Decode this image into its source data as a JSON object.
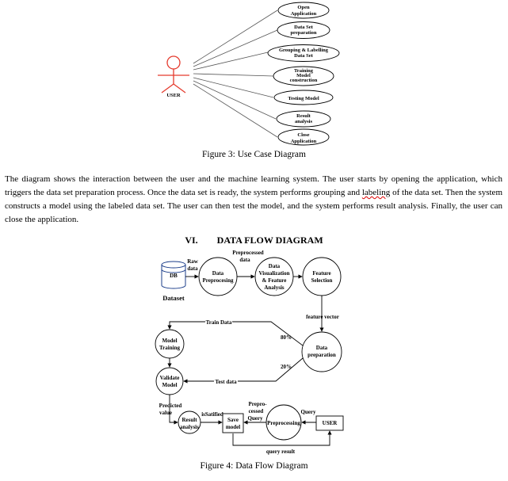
{
  "use_case": {
    "actor_label": "USER",
    "use_cases": [
      [
        "Open",
        "Application"
      ],
      [
        "Data Set",
        "preparation"
      ],
      [
        "Grouping & Labelling",
        "Data Set"
      ],
      [
        "Training",
        "Model",
        "construction"
      ],
      [
        "Testing Model"
      ],
      [
        "Result",
        "analysis"
      ],
      [
        "Close",
        "Application"
      ]
    ],
    "caption": "Figure 3: Use Case Diagram"
  },
  "paragraph": {
    "part1": "The diagram shows the interaction between the user and the machine learning system. The user starts by opening the application, which triggers the data set preparation process. Once the data set is ready, the system performs grouping and ",
    "flagged_word": "labeling",
    "part2": " of the data set. Then the system constructs a model using the labeled data set. The user can then test the model, and the system performs result analysis. Finally, the user can close the application."
  },
  "section": {
    "number": "VI.",
    "title": "DATA FLOW DIAGRAM"
  },
  "dfd": {
    "db_label": "DB",
    "dataset_label": "Dataset",
    "raw_data": [
      "Raw",
      "data"
    ],
    "preprocessed_data": [
      "Preprocessed",
      "data"
    ],
    "data_preprocessing": [
      "Data",
      "Preprocesing"
    ],
    "visualization": [
      "Data",
      "Visualization",
      "& Feature",
      "Analysis"
    ],
    "feature_selection": [
      "Feature",
      "Selection"
    ],
    "feature_vector": "feature vector",
    "train_data": "Train Data",
    "pct_80": "80%",
    "pct_20": "20%",
    "data_preparation": [
      "Data",
      "preparation"
    ],
    "model_training": [
      "Model",
      "Training"
    ],
    "validate_model": [
      "Validate",
      "Model"
    ],
    "test_data": "Test data",
    "predicted_value": [
      "Predicted",
      "value"
    ],
    "result_analysis": [
      "Result",
      "analysis"
    ],
    "is_satisfied": "isSatified",
    "save_model": [
      "Save",
      "model"
    ],
    "preprocessed_query": [
      "Prepro-",
      "cessed",
      "Query"
    ],
    "preprocessing": "Preprocessing",
    "query": "Query",
    "user": "USER",
    "query_result": "query result",
    "caption": "Figure 4: Data Flow Diagram"
  }
}
